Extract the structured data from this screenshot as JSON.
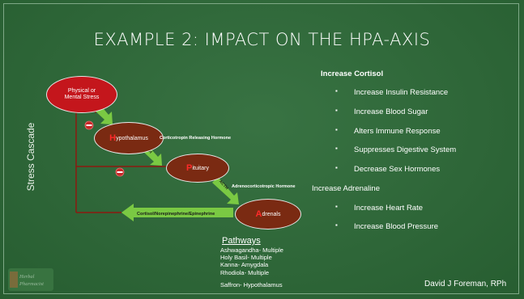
{
  "title": "EXAMPLE 2: IMPACT ON THE HPA-AXIS",
  "colors": {
    "background": "#2c6a37",
    "stress_node": "#c4161c",
    "gland_node": "#7a2a12",
    "arrow": "#7ac943",
    "line": "#8b1a10",
    "inhibit": "#c62828"
  },
  "diagram": {
    "stress_node": {
      "line1": "Physical or",
      "line2": "Mental Stress"
    },
    "hypothalamus": {
      "first": "H",
      "rest": "ypothalamus"
    },
    "pituitary": {
      "first": "P",
      "rest": "ituitary"
    },
    "adrenals": {
      "first": "A",
      "rest": "drenals"
    },
    "crh_label": "Corticotropin Releasing Hormone",
    "crh_abbr": "CRH",
    "acth_label": "Adrenocorticotropic Hormone",
    "acth_abbr": "ACTH",
    "feedback_label": "Cortisol/Norepinephrine/Epinephrine",
    "vertical_label": "Stress Cascade"
  },
  "cortisol": {
    "heading": "Increase Cortisol",
    "items": [
      "Increase Insulin Resistance",
      "Increase Blood Sugar",
      "Alters Immune Response",
      "Suppresses Digestive System",
      "Decrease Sex Hormones"
    ]
  },
  "adrenaline": {
    "heading": "Increase Adrenaline",
    "items": [
      "Increase Heart Rate",
      "Increase Blood Pressure"
    ]
  },
  "pathways": {
    "title": "Pathways",
    "items": [
      "Ashwagandha- Multiple",
      "Holy Basil- Multiple",
      "Kanna- Amygdala",
      "Rhodiola- Multiple",
      "Saffron- Hypothalamus"
    ]
  },
  "author": "David J Foreman, RPh",
  "logo": {
    "line1": "Herbal",
    "line2": "Pharmacist"
  }
}
